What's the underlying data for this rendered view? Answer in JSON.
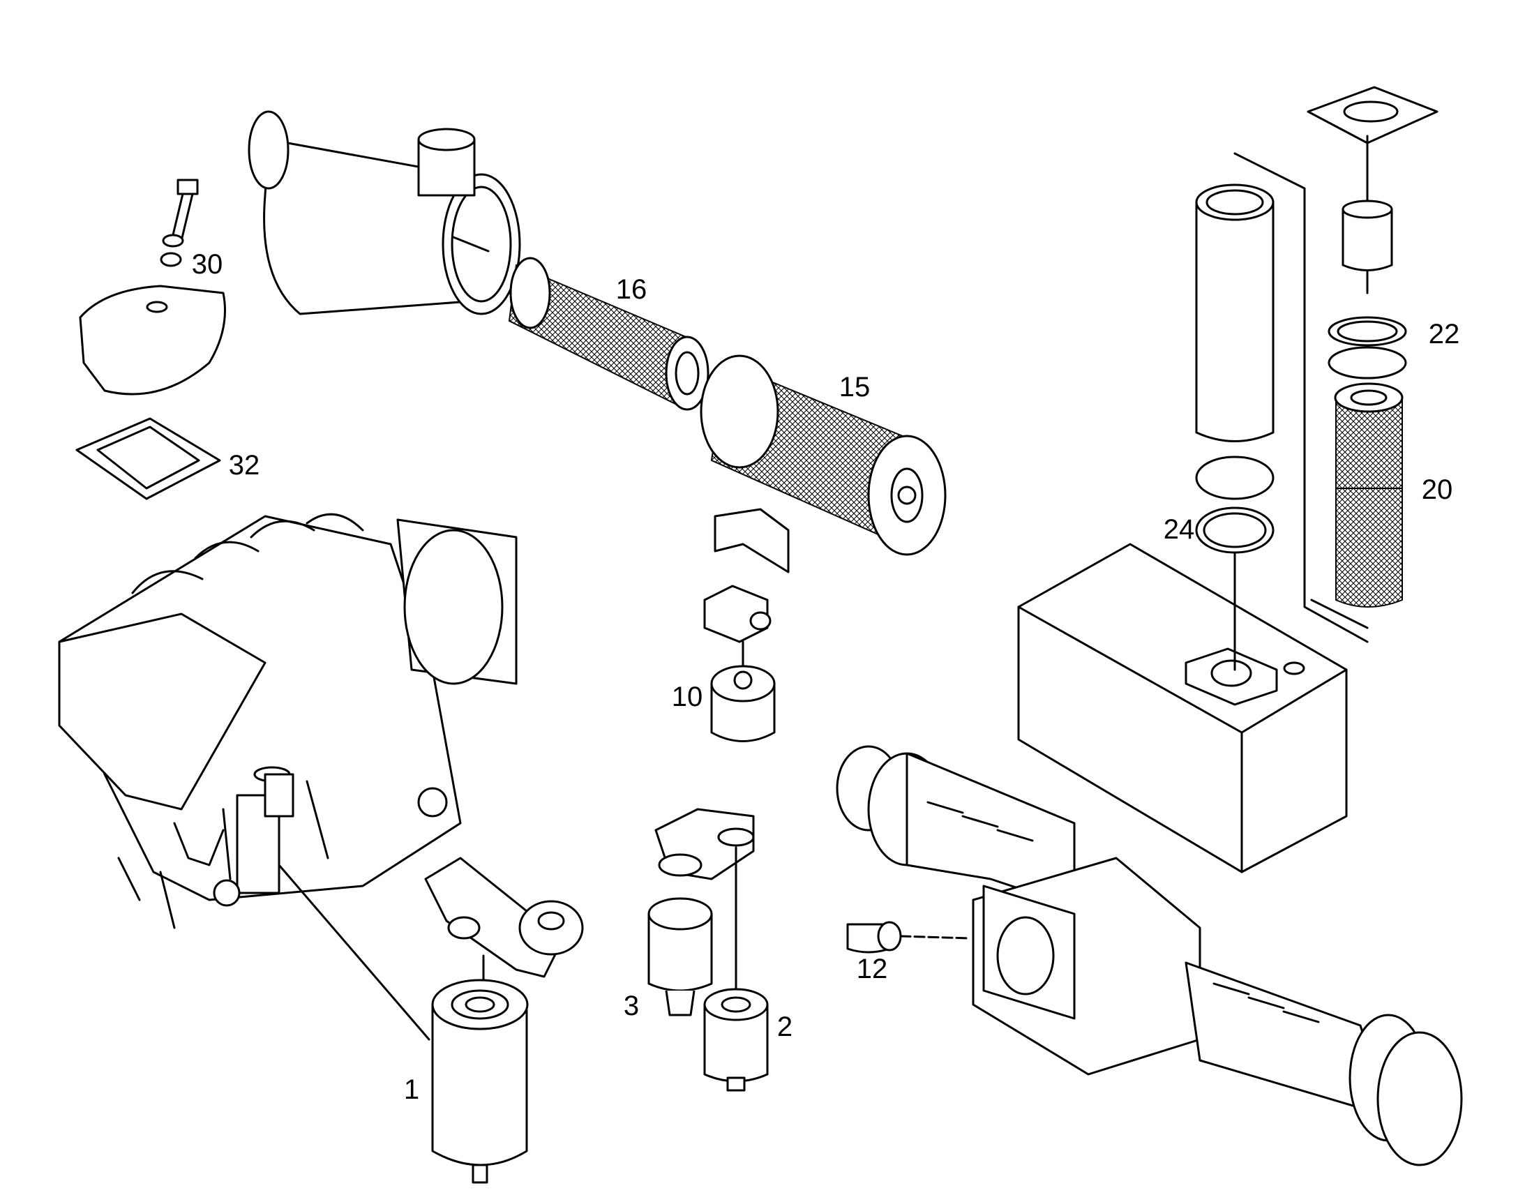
{
  "callouts": {
    "c1": "1",
    "c2": "2",
    "c3": "3",
    "c10": "10",
    "c12": "12",
    "c15": "15",
    "c16": "16",
    "c20": "20",
    "c22": "22",
    "c24": "24",
    "c30": "30",
    "c32": "32"
  }
}
